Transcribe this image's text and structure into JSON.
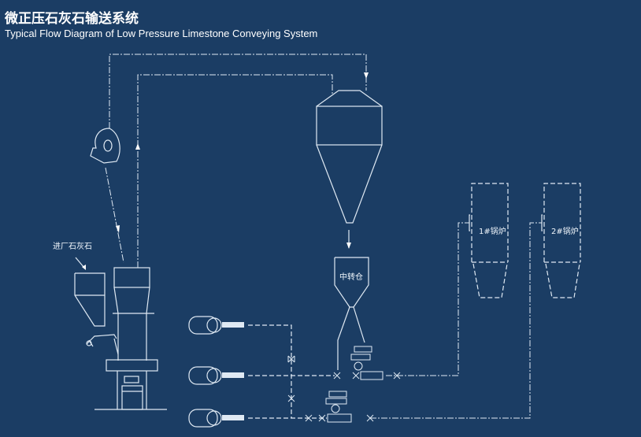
{
  "title_cn": "微正压石灰石输送系统",
  "title_en": "Typical Flow Diagram of  Low Pressure Limestone Conveying System",
  "labels": {
    "limestone_in": "进厂石灰石",
    "intermediate_bin": "中转仓",
    "boiler1": "1#锅炉",
    "boiler2": "2#锅炉"
  },
  "colors": {
    "background": "#1b3d64",
    "line": "#dfe9f3"
  }
}
